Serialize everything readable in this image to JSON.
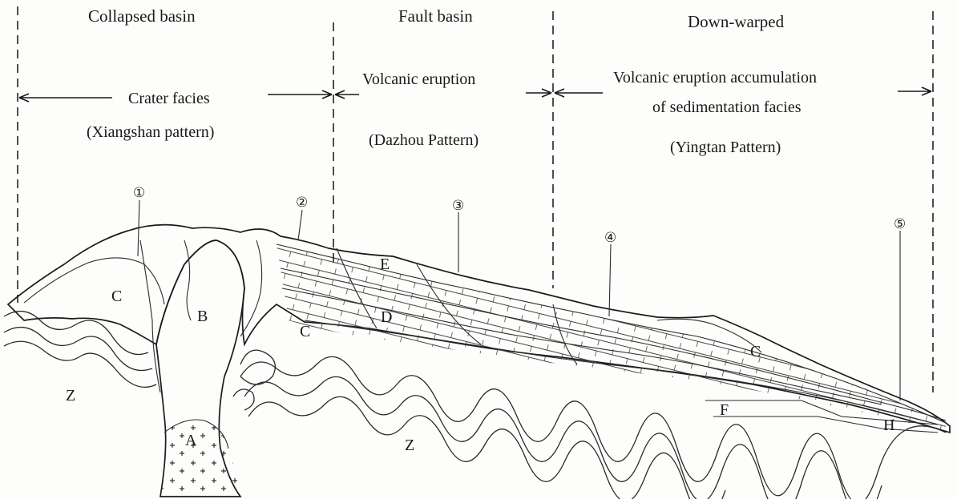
{
  "sections": {
    "collapsed": "Collapsed   basin",
    "fault": "Fault basin",
    "downwarped": "Down-warped"
  },
  "facies": {
    "crater": "Crater facies",
    "crater_pattern": "(Xiangshan pattern)",
    "volcanic": "Volcanic eruption",
    "volcanic_pattern": "(Dazhou Pattern)",
    "accum_line1": "Volcanic eruption accumulation",
    "accum_line2": "of sedimentation facies",
    "accum_pattern": "(Yingtan Pattern)"
  },
  "units": {
    "A": "A",
    "B": "B",
    "C": "C",
    "C2": "C",
    "C3": "C",
    "D": "D",
    "E": "E",
    "F": "F",
    "H": "H",
    "Z1": "Z",
    "Z2": "Z"
  },
  "markers": {
    "m1": "①",
    "m2": "②",
    "m3": "③",
    "m4": "④",
    "m5": "⑤"
  }
}
